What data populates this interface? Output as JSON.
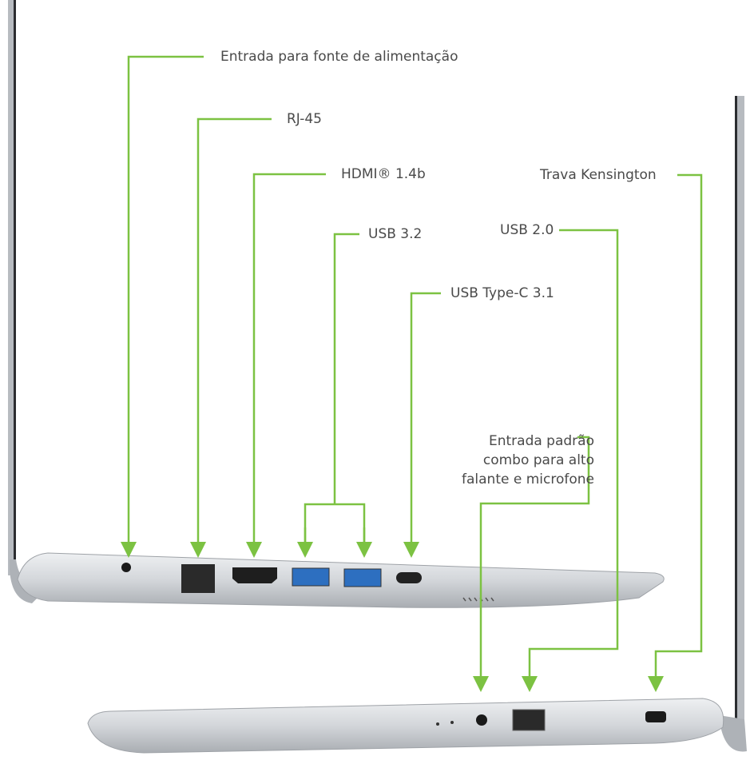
{
  "colors": {
    "callout": "#7cc242",
    "text": "#4a4a4a",
    "chassis": "#c9ccd0"
  },
  "labels": {
    "power": "Entrada para fonte de alimentação",
    "rj45": "RJ-45",
    "hdmi": "HDMI® 1.4b",
    "usb32": "USB 3.2",
    "usbc": "USB Type-C 3.1",
    "kensington": "Trava Kensington",
    "usb20": "USB 2.0",
    "audio_line1": "Entrada padrão",
    "audio_line2": "combo para alto",
    "audio_line3": "falante e microfone"
  }
}
